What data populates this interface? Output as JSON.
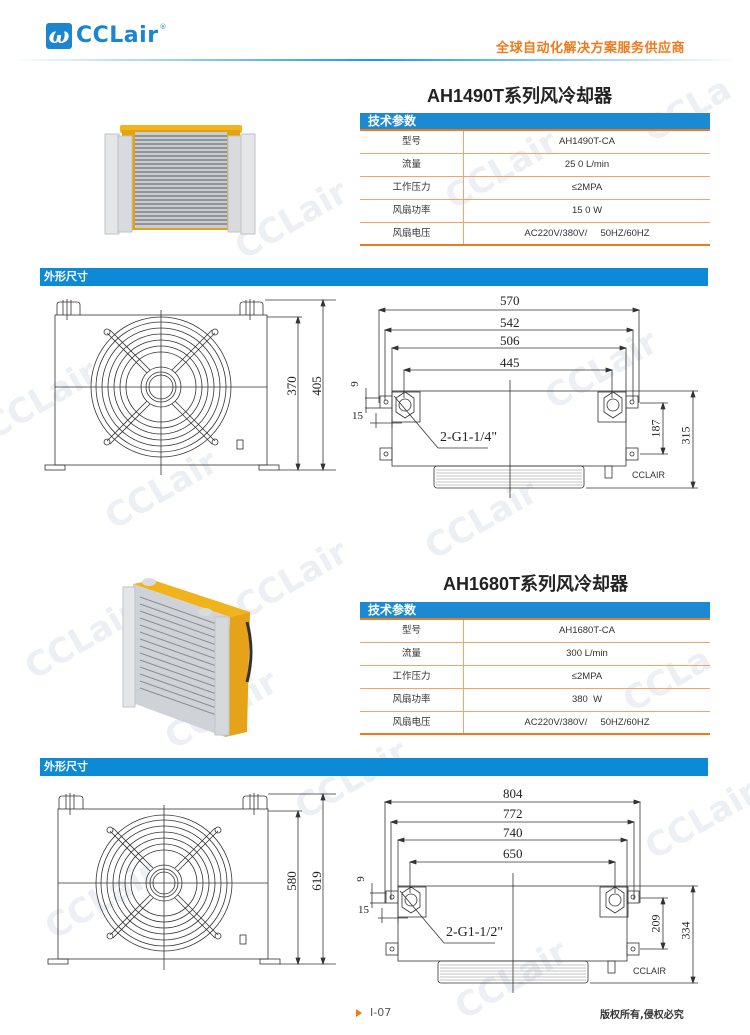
{
  "header": {
    "logo_mark": "ω",
    "logo_text": "CCLair",
    "logo_reg": "®",
    "slogan": "全球自动化解决方案服务供应商"
  },
  "products": [
    {
      "title": "AH1490T系列风冷却器",
      "spec_header": "技术参数",
      "specs": [
        {
          "key": "型号",
          "value": "AH1490T-CA"
        },
        {
          "key": "流量",
          "value": "25 0 L/min"
        },
        {
          "key": "工作压力",
          "value": "≤2MPA"
        },
        {
          "key": "风扇功率",
          "value": "15 0 W"
        },
        {
          "key": "风扇电压",
          "value": "AC220V/380V/     50HZ/60HZ"
        }
      ],
      "section_label": "外形尺寸",
      "front_view": {
        "height_inner": "370",
        "height_outer": "405"
      },
      "top_view": {
        "widths": [
          "570",
          "542",
          "506",
          "445"
        ],
        "offset_v": "9",
        "offset_h": "15",
        "port_label": "2-G1-1/4\"",
        "dim_187": "187",
        "dim_315": "315",
        "brand_label": "CCLAIR"
      }
    },
    {
      "title": "AH1680T系列风冷却器",
      "spec_header": "技术参数",
      "specs": [
        {
          "key": "型号",
          "value": "AH1680T-CA"
        },
        {
          "key": "流量",
          "value": "300 L/min"
        },
        {
          "key": "工作压力",
          "value": "≤2MPA"
        },
        {
          "key": "风扇功率",
          "value": "380  W"
        },
        {
          "key": "风扇电压",
          "value": "AC220V/380V/     50HZ/60HZ"
        }
      ],
      "section_label": "外形尺寸",
      "front_view": {
        "height_inner": "580",
        "height_outer": "619"
      },
      "top_view": {
        "widths": [
          "804",
          "772",
          "740",
          "650"
        ],
        "offset_v": "9",
        "offset_h": "15",
        "port_label": "2-G1-1/2\"",
        "dim_187": "209",
        "dim_315": "334",
        "brand_label": "CCLAIR"
      }
    }
  ],
  "footer": {
    "page_number": "I-07",
    "copyright": "版权所有,侵权必究"
  },
  "colors": {
    "brand_blue": "#1b86cf",
    "accent_orange": "#ee7a1c",
    "section_blue": "#0d8ad6"
  }
}
